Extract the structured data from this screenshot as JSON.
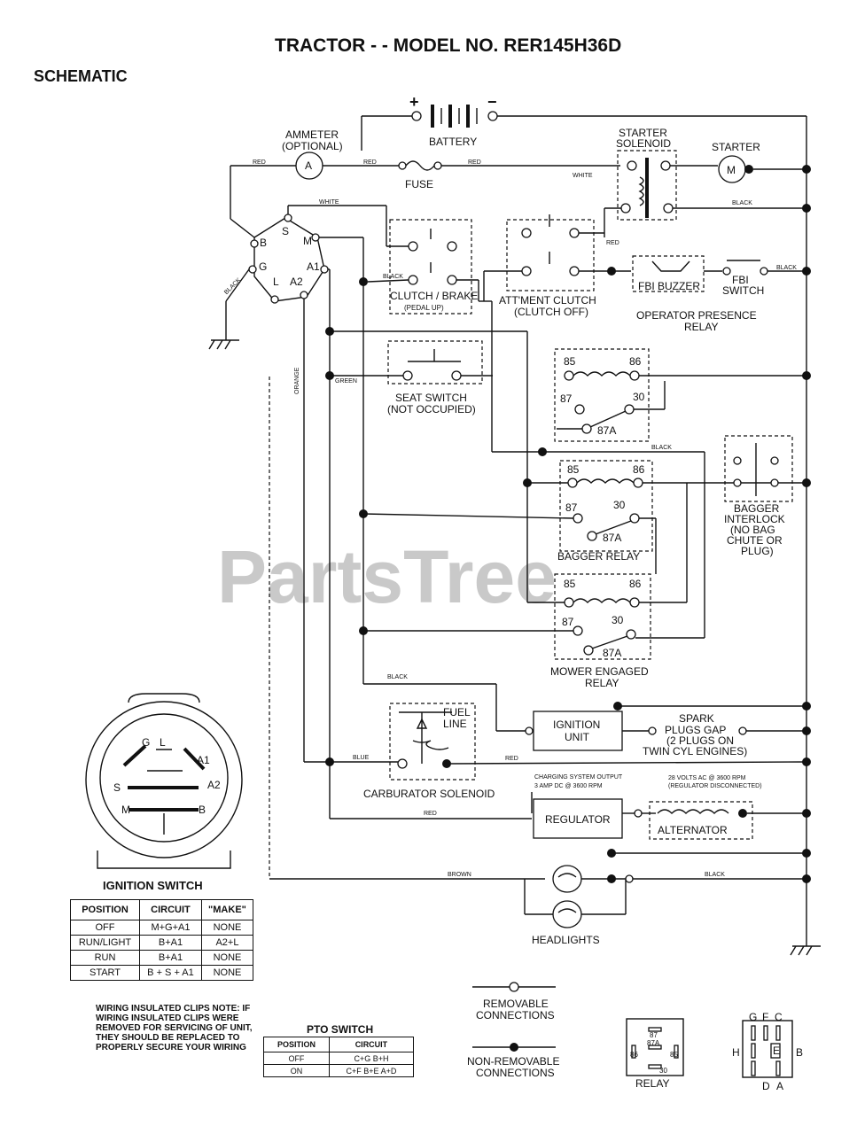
{
  "title": "TRACTOR - - MODEL NO. RER145H36D",
  "subtitle": "SCHEMATIC",
  "watermark": "PartsTree",
  "components": {
    "battery": "BATTERY",
    "battery_pos": "+",
    "battery_neg": "−",
    "ammeter_1": "AMMETER",
    "ammeter_2": "(OPTIONAL)",
    "ammeter_letter": "A",
    "fuse": "FUSE",
    "starter_solenoid_1": "STARTER",
    "starter_solenoid_2": "SOLENOID",
    "starter": "STARTER",
    "starter_letter": "M",
    "clutch_brake_1": "CLUTCH / BRAKE",
    "clutch_brake_2": "(PEDAL UP)",
    "attachment_clutch_1": "ATT'MENT CLUTCH",
    "attachment_clutch_2": "(CLUTCH OFF)",
    "fbi_buzzer": "FBI BUZZER",
    "fbi_switch_1": "FBI",
    "fbi_switch_2": "SWITCH",
    "operator_presence_1": "OPERATOR PRESENCE",
    "operator_presence_2": "RELAY",
    "seat_switch_1": "SEAT SWITCH",
    "seat_switch_2": "(NOT OCCUPIED)",
    "bagger_relay": "BAGGER RELAY",
    "bagger_interlock_1": "BAGGER",
    "bagger_interlock_2": "INTERLOCK",
    "bagger_interlock_3": "(NO BAG",
    "bagger_interlock_4": "CHUTE OR",
    "bagger_interlock_5": "PLUG)",
    "mower_engaged_1": "MOWER ENGAGED",
    "mower_engaged_2": "RELAY",
    "fuel_line_1": "FUEL",
    "fuel_line_2": "LINE",
    "carburetor_solenoid": "CARBURATOR SOLENOID",
    "ignition_unit_1": "IGNITION",
    "ignition_unit_2": "UNIT",
    "spark_1": "SPARK",
    "spark_2": "PLUGS GAP",
    "spark_3": "(2 PLUGS ON",
    "spark_4": "TWIN CYL  ENGINES)",
    "charging_1": "CHARGING SYSTEM OUTPUT",
    "charging_2": "3 AMP DC @ 3600 RPM",
    "ac_1": "28 VOLTS AC @ 3600 RPM",
    "ac_2": "(REGULATOR DISCONNECTED)",
    "regulator": "REGULATOR",
    "alternator": "ALTERNATOR",
    "headlights": "HEADLIGHTS"
  },
  "relay_pins": {
    "p85": "85",
    "p86": "86",
    "p87": "87",
    "p30": "30",
    "p87a": "87A"
  },
  "switch_terminals": {
    "b": "B",
    "g": "G",
    "s": "S",
    "m": "M",
    "l": "L",
    "a1": "A1",
    "a2": "A2"
  },
  "wire_colors": {
    "red": "RED",
    "white": "WHITE",
    "black": "BLACK",
    "orange": "ORANGE",
    "green": "GREEN",
    "blue": "BLUE",
    "brown": "BROWN"
  },
  "ignition_switch": {
    "title": "IGNITION SWITCH",
    "columns": [
      "POSITION",
      "CIRCUIT",
      "\"MAKE\""
    ],
    "rows": [
      [
        "OFF",
        "M+G+A1",
        "NONE"
      ],
      [
        "RUN/LIGHT",
        "B+A1",
        "A2+L"
      ],
      [
        "RUN",
        "B+A1",
        "NONE"
      ],
      [
        "START",
        "B + S + A1",
        "NONE"
      ]
    ]
  },
  "pto_switch": {
    "title": "PTO SWITCH",
    "columns": [
      "POSITION",
      "CIRCUIT"
    ],
    "rows": [
      [
        "OFF",
        "C+G  B+H"
      ],
      [
        "ON",
        "C+F  B+E  A+D"
      ]
    ]
  },
  "notes": {
    "clips": "WIRING INSULATED CLIPS NOTE: IF WIRING INSULATED CLIPS WERE REMOVED FOR SERVICING OF UNIT, THEY SHOULD BE REPLACED TO PROPERLY SECURE YOUR WIRING",
    "removable_1": "REMOVABLE",
    "removable_2": "CONNECTIONS",
    "non_removable_1": "NON-REMOVABLE",
    "non_removable_2": "CONNECTIONS"
  },
  "relay_legend": {
    "label": "RELAY",
    "p87": "87",
    "p87a": "87A",
    "p86": "86",
    "p85": "85",
    "p30": "30"
  },
  "pto_legend": {
    "g": "G",
    "f": "F",
    "c": "C",
    "h": "H",
    "e": "E",
    "b": "B",
    "d": "D",
    "a": "A"
  }
}
